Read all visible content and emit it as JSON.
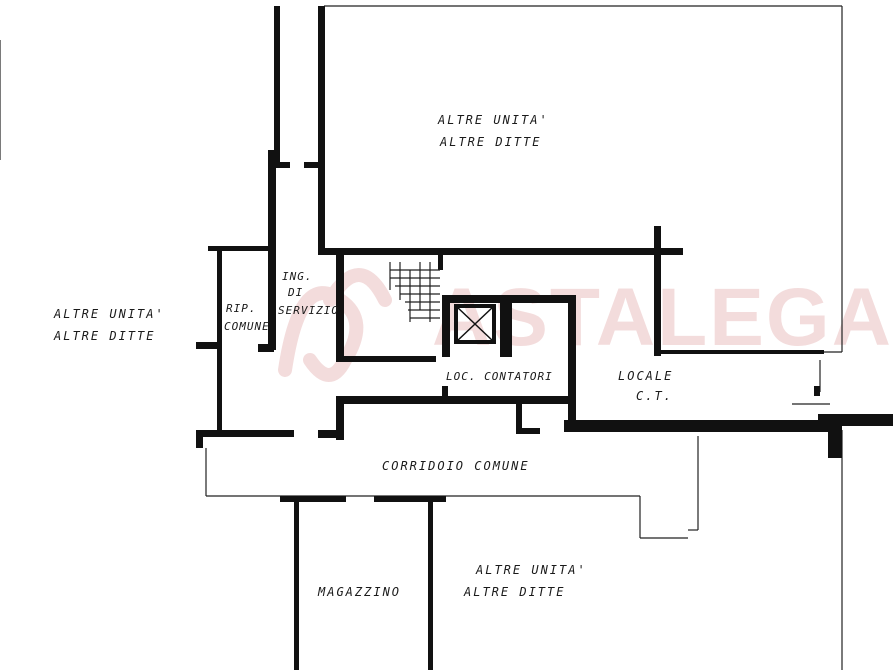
{
  "watermark": {
    "text": "ASTALEGALE",
    "color": "#f3dcdc"
  },
  "labels": {
    "altre_unita_top_1": "ALTRE UNITA'",
    "altre_unita_top_2": "ALTRE DITTE",
    "altre_unita_left_1": "ALTRE UNITA'",
    "altre_unita_left_2": "ALTRE DITTE",
    "rip_comune_1": "RIP.",
    "rip_comune_2": "COMUNE",
    "ing_servizio_1": "ING.",
    "ing_servizio_2": "DI",
    "ing_servizio_3": "SERVIZIO",
    "loc_contatori": "LOC. CONTATORI",
    "locale_ct_1": "LOCALE",
    "locale_ct_2": "C.T.",
    "corridoio_comune": "CORRIDOIO COMUNE",
    "magazzino": "MAGAZZINO",
    "altre_unita_bottom_1": "ALTRE UNITA'",
    "altre_unita_bottom_2": "ALTRE DITTE"
  }
}
